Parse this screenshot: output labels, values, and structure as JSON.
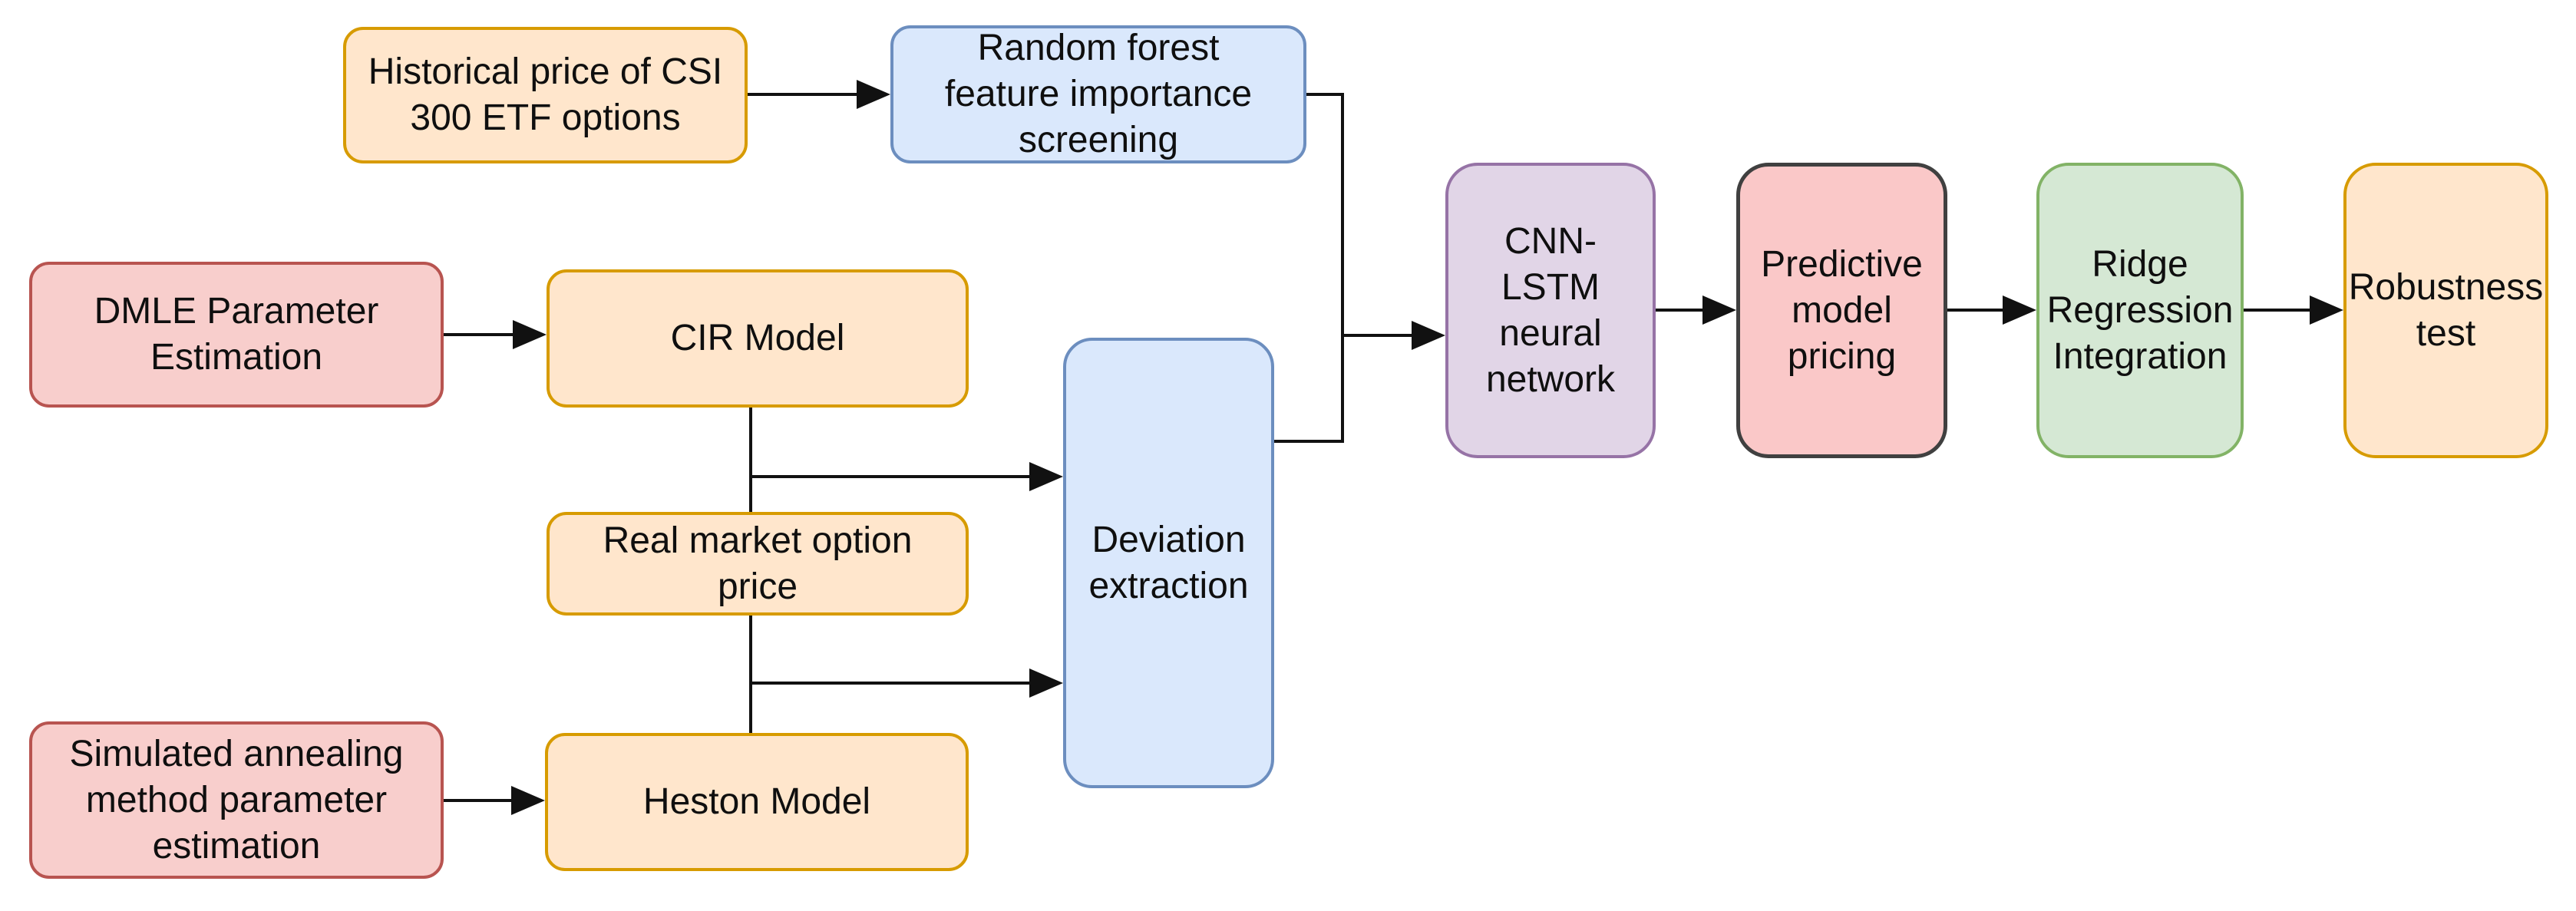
{
  "diagram": {
    "type": "flowchart",
    "background": "#ffffff",
    "connector_color": "#111111",
    "palette": {
      "orange": {
        "fill": "#FFE6CC",
        "stroke": "#D79B00"
      },
      "blue": {
        "fill": "#DAE8FC",
        "stroke": "#6C8EBF"
      },
      "red": {
        "fill": "#F8CECC",
        "stroke": "#B85450"
      },
      "purple": {
        "fill": "#E1D5E7",
        "stroke": "#9673A6"
      },
      "green": {
        "fill": "#D5E8D4",
        "stroke": "#82B366"
      },
      "pink_dark": {
        "fill": "#FAC8C8",
        "stroke": "#404040"
      }
    },
    "nodes": {
      "historical": {
        "label": [
          "Historical price of CSI",
          "300 ETF options"
        ],
        "fill": "#FFE6CC",
        "stroke": "#D79B00"
      },
      "random_forest": {
        "label": [
          "Random forest",
          "feature importance",
          "screening"
        ],
        "fill": "#DAE8FC",
        "stroke": "#6C8EBF"
      },
      "dmle": {
        "label": [
          "DMLE Parameter",
          "Estimation"
        ],
        "fill": "#F8CECC",
        "stroke": "#B85450"
      },
      "cir": {
        "label": [
          "CIR Model"
        ],
        "fill": "#FFE6CC",
        "stroke": "#D79B00"
      },
      "real_market": {
        "label": [
          "Real market option",
          "price"
        ],
        "fill": "#FFE6CC",
        "stroke": "#D79B00"
      },
      "sim_annealing": {
        "label": [
          "Simulated annealing",
          "method parameter",
          "estimation"
        ],
        "fill": "#F8CECC",
        "stroke": "#B85450"
      },
      "heston": {
        "label": [
          "Heston Model"
        ],
        "fill": "#FFE6CC",
        "stroke": "#D79B00"
      },
      "deviation": {
        "label": [
          "Deviation",
          "extraction"
        ],
        "fill": "#DAE8FC",
        "stroke": "#6C8EBF"
      },
      "cnn_lstm": {
        "label": [
          "CNN-",
          "LSTM",
          "neural",
          "network"
        ],
        "fill": "#E1D5E7",
        "stroke": "#9673A6"
      },
      "predictive": {
        "label": [
          "Predictive",
          "model",
          "pricing"
        ],
        "fill": "#FAC8C8",
        "stroke": "#404040"
      },
      "ridge": {
        "label": [
          "Ridge",
          "Regression",
          "Integration"
        ],
        "fill": "#D5E8D4",
        "stroke": "#82B366"
      },
      "robustness": {
        "label": [
          "Robustness",
          "test"
        ],
        "fill": "#FFE6CC",
        "stroke": "#D79B00"
      }
    },
    "edges": [
      {
        "from": "historical",
        "to": "random_forest"
      },
      {
        "from": "dmle",
        "to": "cir"
      },
      {
        "from": "cir",
        "to": "deviation"
      },
      {
        "from": "cir",
        "to": "real_market"
      },
      {
        "from": "real_market",
        "to": "deviation"
      },
      {
        "from": "real_market",
        "to": "heston"
      },
      {
        "from": "sim_annealing",
        "to": "heston"
      },
      {
        "from": "random_forest",
        "to": "cnn_lstm"
      },
      {
        "from": "deviation",
        "to": "cnn_lstm"
      },
      {
        "from": "cnn_lstm",
        "to": "predictive"
      },
      {
        "from": "predictive",
        "to": "ridge"
      },
      {
        "from": "ridge",
        "to": "robustness"
      }
    ]
  }
}
